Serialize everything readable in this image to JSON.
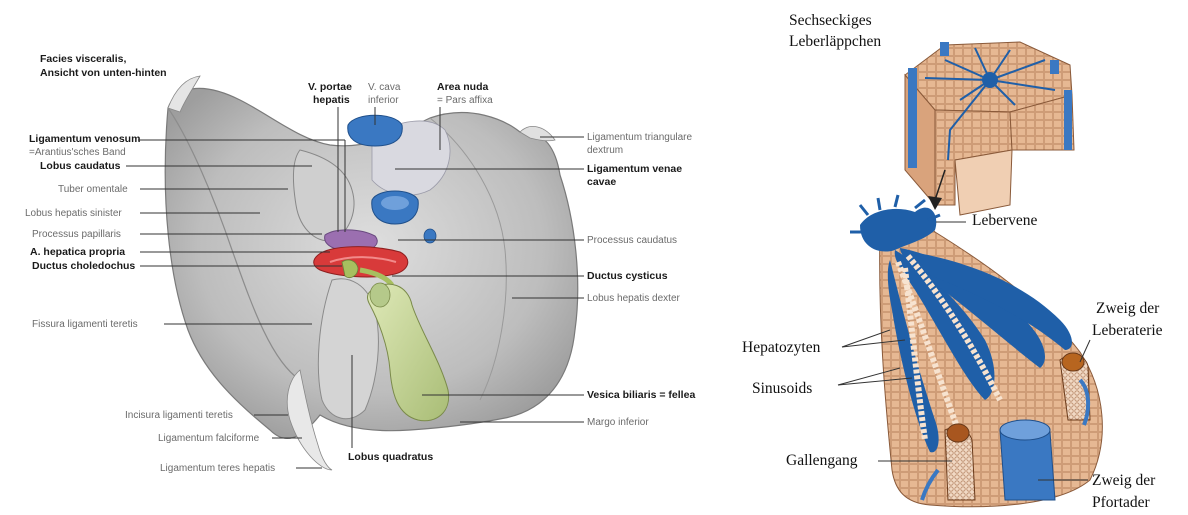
{
  "left_panel": {
    "title": [
      "Facies visceralis,",
      "Ansicht von unten-hinten"
    ],
    "labels_left": {
      "ligamentum_venosum": "Ligamentum venosum",
      "arantius": "=Arantius'sches Band",
      "lobus_caudatus": "Lobus caudatus",
      "tuber_omentale": "Tuber omentale",
      "lobus_sinister": "Lobus hepatis sinister",
      "processus_papillaris": "Processus papillaris",
      "a_hepatica": "A. hepatica propria",
      "ductus_choledochus": "Ductus choledochus",
      "fissura": "Fissura ligamenti teretis",
      "incisura": "Incisura ligamenti teretis",
      "falciforme": "Ligamentum falciforme",
      "teres": "Ligamentum teres hepatis"
    },
    "labels_top": {
      "v_portae_1": "V. portae",
      "v_portae_2": "hepatis",
      "v_cava_1": "V. cava",
      "v_cava_2": "inferior",
      "area_nuda": "Area nuda",
      "pars_affixa": "= Pars affixa"
    },
    "labels_right": {
      "triangulare_1": "Ligamentum triangulare",
      "triangulare_2": "dextrum",
      "venae_cavae_1": "Ligamentum venae",
      "venae_cavae_2": "cavae",
      "processus_caudatus": "Processus caudatus",
      "ductus_cysticus": "Ductus cysticus",
      "lobus_dexter": "Lobus hepatis dexter",
      "vesica": "Vesica biliaris =  fellea",
      "margo": "Margo inferior"
    },
    "labels_bottom": {
      "lobus_quadratus": "Lobus quadratus"
    }
  },
  "right_panel": {
    "hex_title": [
      "Sechseckiges",
      "Leberläppchen"
    ],
    "lebervene": "Lebervene",
    "hepatozyten": "Hepatozyten",
    "sinusoids": "Sinusoids",
    "gallengang": "Gallengang",
    "zweig_leberaterie": [
      "Zweig der",
      "Leberaterie"
    ],
    "zweig_pfortader": [
      "Zweig der",
      "Pfortader"
    ]
  },
  "colors": {
    "liver_gray": "#c9c9c9",
    "vein_blue": "#2f6fb5",
    "portal_purple": "#9b6fb0",
    "artery_red": "#d83a3a",
    "bile_green": "#c9d9a0",
    "tissue_tan": "#e2b48f",
    "sinusoid_blue": "#1f5fa8"
  }
}
